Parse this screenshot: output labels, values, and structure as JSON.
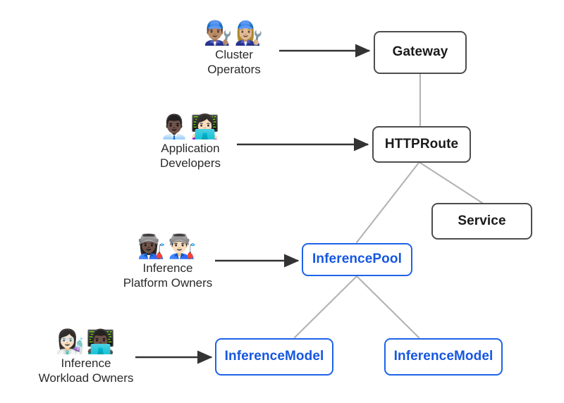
{
  "diagram": {
    "title": "Gateway API Inference Extension resource model and personas",
    "background_color": "#ffffff",
    "core_border_color": "#4d4d4d",
    "core_text_color": "#1a1a1a",
    "extension_border_color": "#1e63e9",
    "extension_text_color": "#1657e0",
    "arrow_color": "#333333",
    "connector_color": "#b3b3b3"
  },
  "personas": [
    {
      "id": "cluster-operators",
      "emoji": "👨🏽‍🔧👩🏼‍🔧",
      "emoji_name": "mechanic-pair-emoji",
      "name": "Cluster\nOperators",
      "arrow_to": "Gateway"
    },
    {
      "id": "application-developers",
      "emoji": "👨🏿‍💼👩🏻‍💻",
      "emoji_name": "office-worker-technologist-pair-emoji",
      "name": "Application\nDevelopers",
      "arrow_to": "HTTPRoute"
    },
    {
      "id": "inference-platform-owners",
      "emoji": "👩🏿‍🏭👨🏻‍🏭",
      "emoji_name": "construction-worker-pair-emoji",
      "name": "Inference\nPlatform Owners",
      "arrow_to": "InferencePool"
    },
    {
      "id": "inference-workload-owners",
      "emoji": "👩🏻‍🔬👨🏿‍💻",
      "emoji_name": "scientist-technologist-pair-emoji",
      "name": "Inference\nWorkload Owners",
      "arrow_to": "InferenceModel"
    }
  ],
  "nodes": [
    {
      "id": "gateway",
      "label": "Gateway",
      "kind": "core"
    },
    {
      "id": "httproute",
      "label": "HTTPRoute",
      "kind": "core"
    },
    {
      "id": "service",
      "label": "Service",
      "kind": "core"
    },
    {
      "id": "inferencepool",
      "label": "InferencePool",
      "kind": "extension"
    },
    {
      "id": "inferencemodel1",
      "label": "InferenceModel",
      "kind": "extension"
    },
    {
      "id": "inferencemodel2",
      "label": "InferenceModel",
      "kind": "extension"
    }
  ],
  "edges": [
    {
      "from": "gateway",
      "to": "httproute",
      "style": "connector"
    },
    {
      "from": "httproute",
      "to": "inferencepool",
      "style": "connector"
    },
    {
      "from": "httproute",
      "to": "service",
      "style": "connector"
    },
    {
      "from": "inferencepool",
      "to": "inferencemodel1",
      "style": "connector"
    },
    {
      "from": "inferencepool",
      "to": "inferencemodel2",
      "style": "connector"
    },
    {
      "from": "cluster-operators",
      "to": "gateway",
      "style": "arrow"
    },
    {
      "from": "application-developers",
      "to": "httproute",
      "style": "arrow"
    },
    {
      "from": "inference-platform-owners",
      "to": "inferencepool",
      "style": "arrow"
    },
    {
      "from": "inference-workload-owners",
      "to": "inferencemodel1",
      "style": "arrow"
    }
  ]
}
